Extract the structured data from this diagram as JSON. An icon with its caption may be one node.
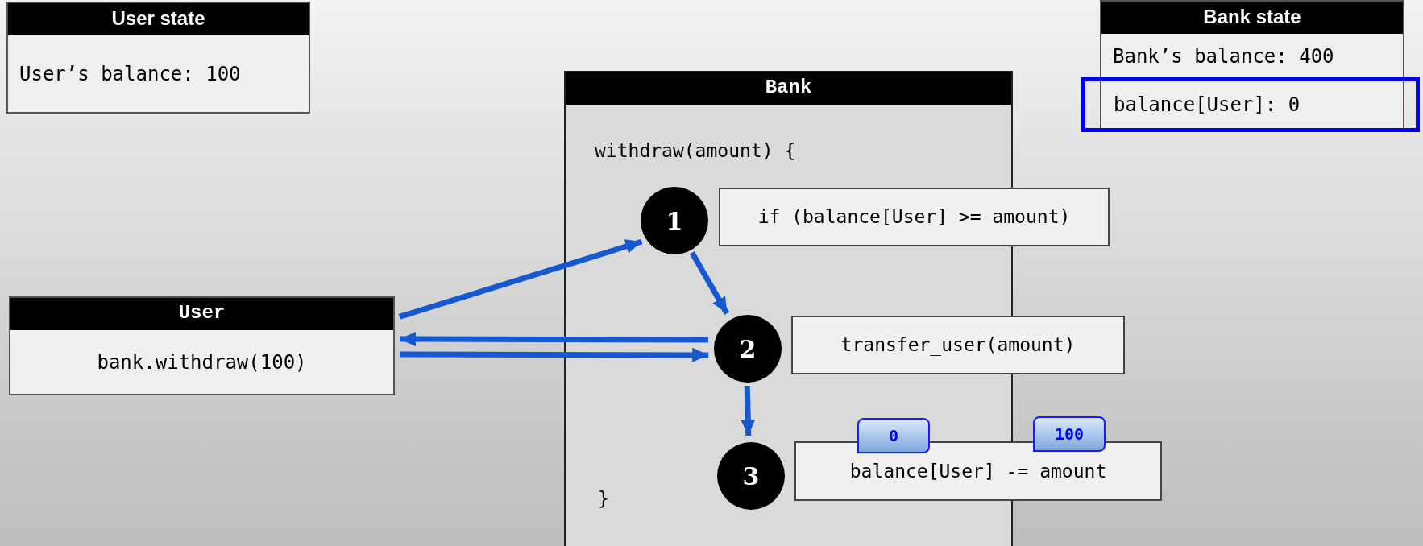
{
  "diagram": {
    "nodes": [
      {
        "text": [
          "User state",
          "User’s balance: 100"
        ]
      },
      {
        "text": [
          "Bank state",
          "Bank’s balance: 400"
        ]
      },
      {
        "text": [
          "balance[User]: 0"
        ]
      },
      {
        "text": [
          "Bank",
          "withdraw(amount) {",
          "}"
        ]
      },
      {
        "text": [
          "1"
        ],
        "in": 3
      },
      {
        "text": [
          "if (balance[User] >= amount)"
        ]
      },
      {
        "text": [
          "User",
          "bank.withdraw(100)"
        ]
      },
      {
        "text": [
          "2"
        ],
        "in": 3
      },
      {
        "text": [
          "transfer_user(amount)"
        ]
      },
      {
        "text": [
          "0"
        ],
        "in": 3
      },
      {
        "text": [
          "100"
        ]
      },
      {
        "text": [
          "3"
        ],
        "in": 3
      },
      {
        "text": [
          "balance[User] -= amount"
        ]
      }
    ],
    "edges": [
      {
        "from": 6,
        "to": 4,
        "arrow": "to"
      },
      {
        "from": 4,
        "to": 7,
        "arrow": "to"
      },
      {
        "from": 7,
        "to": 6,
        "arrow": "to"
      },
      {
        "from": 6,
        "to": 7,
        "arrow": "to"
      },
      {
        "from": 7,
        "to": 11,
        "arrow": "to"
      }
    ]
  }
}
